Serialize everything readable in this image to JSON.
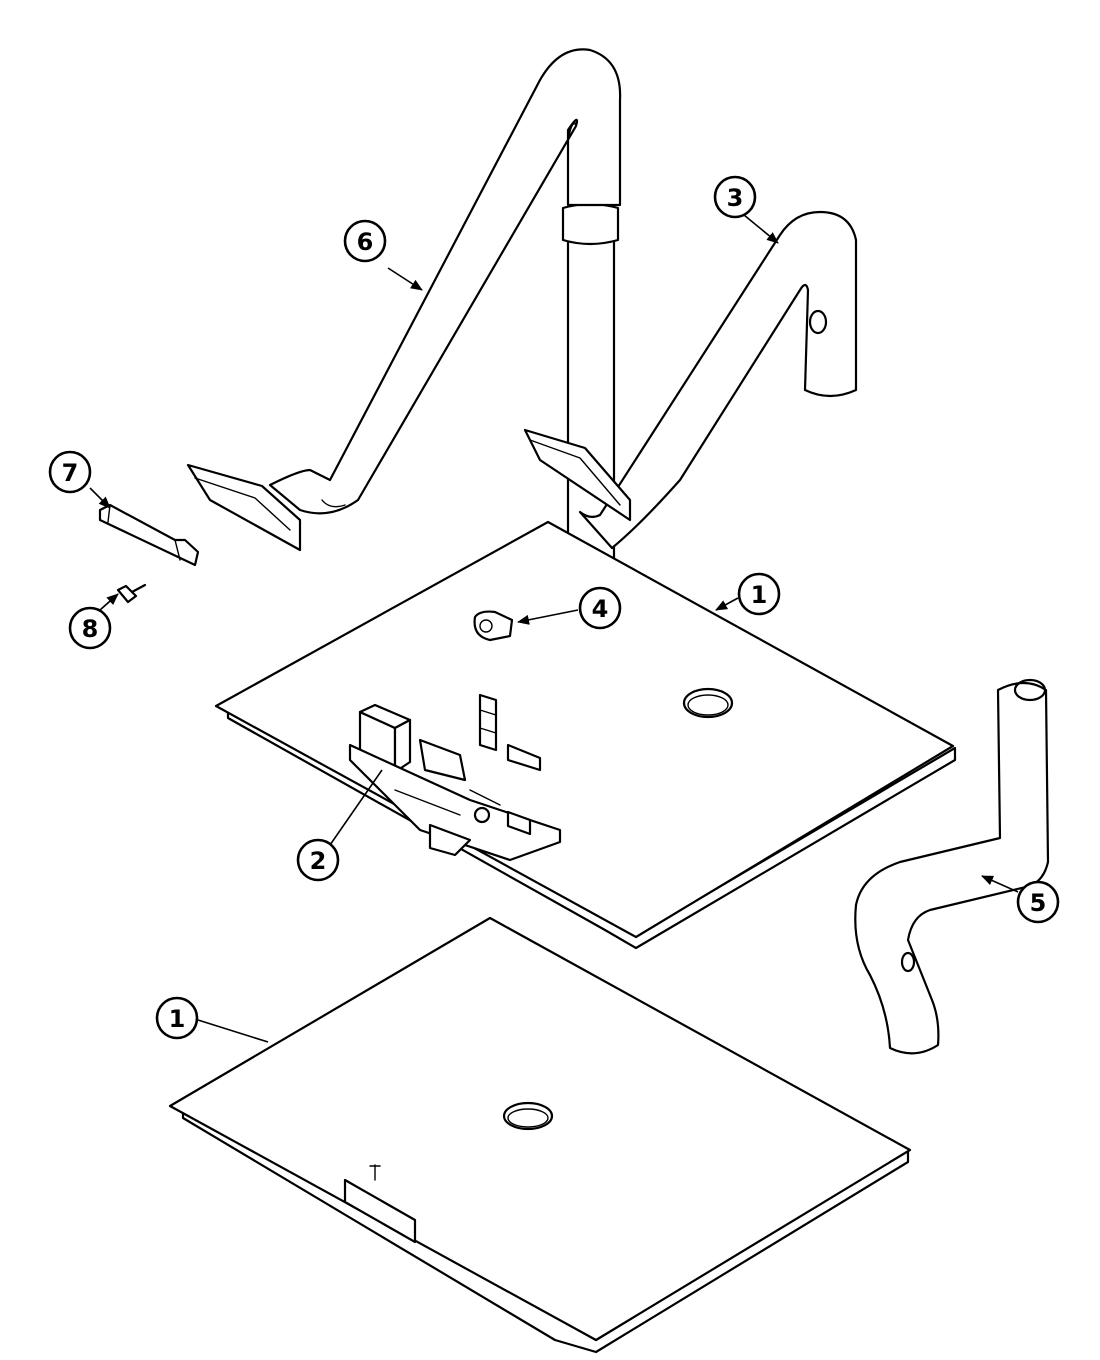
{
  "callouts": [
    {
      "id": "part-1-upper",
      "label": "1"
    },
    {
      "id": "part-1-lower",
      "label": "1"
    },
    {
      "id": "part-2",
      "label": "2"
    },
    {
      "id": "part-3",
      "label": "3"
    },
    {
      "id": "part-4",
      "label": "4"
    },
    {
      "id": "part-5",
      "label": "5"
    },
    {
      "id": "part-6",
      "label": "6"
    },
    {
      "id": "part-7",
      "label": "7"
    },
    {
      "id": "part-8",
      "label": "8"
    }
  ],
  "colors": {
    "line": "#000000",
    "background": "#ffffff"
  }
}
